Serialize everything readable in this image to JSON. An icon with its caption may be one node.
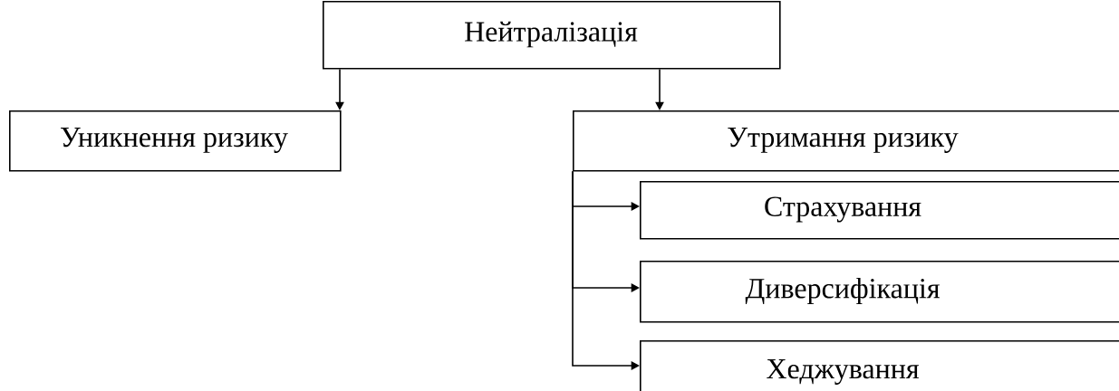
{
  "diagram": {
    "nodes": [
      {
        "text": [
          "Нейтралізація"
        ]
      },
      {
        "text": [
          "Уникнення ризику"
        ]
      },
      {
        "text": [
          "Утримання ризику"
        ]
      },
      {
        "text": [
          "Страхування"
        ]
      },
      {
        "text": [
          "Диверсифікація"
        ]
      },
      {
        "text": [
          "Хеджування"
        ]
      }
    ],
    "edges": [
      {
        "from": 0,
        "to": 1,
        "arrow": "to"
      },
      {
        "from": 0,
        "to": 2,
        "arrow": "to"
      },
      {
        "from": 2,
        "to": 3,
        "arrow": "to"
      },
      {
        "from": 2,
        "to": 4,
        "arrow": "to"
      },
      {
        "from": 2,
        "to": 5,
        "arrow": "to"
      }
    ]
  }
}
